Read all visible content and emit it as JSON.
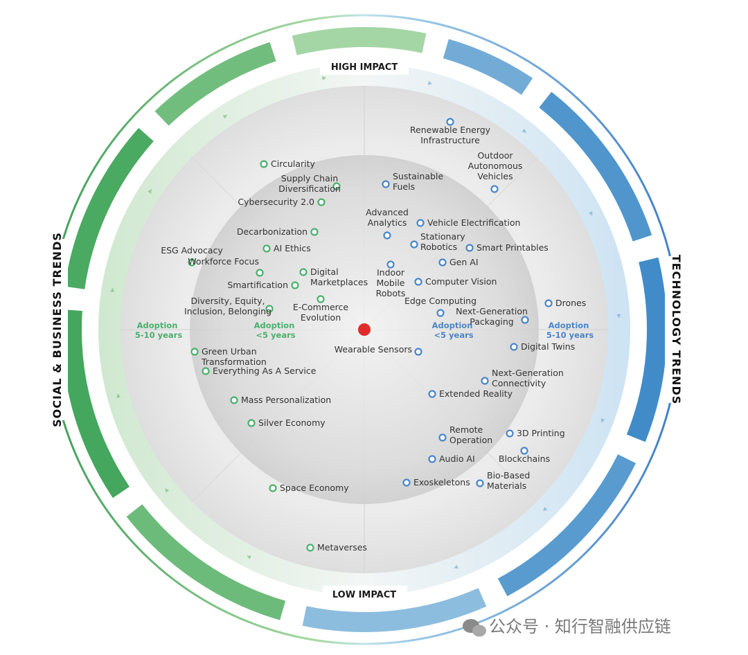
{
  "header": {
    "top": "HIGH IMPACT",
    "bottom": "LOW IMPACT"
  },
  "sides": {
    "left": "SOCIAL & BUSINESS TRENDS",
    "right": "TECHNOLOGY TRENDS"
  },
  "adoption": {
    "left_outer": [
      "Adoption",
      "5-10 years"
    ],
    "left_inner": [
      "Adoption",
      "<5 years"
    ],
    "right_inner": [
      "Adoption",
      "<5 years"
    ],
    "right_outer": [
      "Adoption",
      "5-10 years"
    ]
  },
  "colors": {
    "social": "#4caf6e",
    "tech": "#4a86c8",
    "center": "#e02b2b"
  },
  "social_trends": [
    {
      "label": "Circularity"
    },
    {
      "label": "Supply Chain\nDiversification"
    },
    {
      "label": "Cybersecurity 2.0"
    },
    {
      "label": "Decarbonization"
    },
    {
      "label": "AI Ethics"
    },
    {
      "label": "ESG Advocacy"
    },
    {
      "label": "Workforce Focus"
    },
    {
      "label": "Digital\nMarketplaces"
    },
    {
      "label": "Smartification"
    },
    {
      "label": "Diversity, Equity,\nInclusion, Belonging"
    },
    {
      "label": "E-Commerce\nEvolution"
    },
    {
      "label": "Green Urban\nTransformation"
    },
    {
      "label": "Everything As A Service"
    },
    {
      "label": "Mass Personalization"
    },
    {
      "label": "Silver Economy"
    },
    {
      "label": "Space Economy"
    },
    {
      "label": "Metaverses"
    }
  ],
  "tech_trends": [
    {
      "label": "Renewable Energy\nInfrastructure"
    },
    {
      "label": "Outdoor\nAutonomous\nVehicles"
    },
    {
      "label": "Sustainable\nFuels"
    },
    {
      "label": "Advanced\nAnalytics"
    },
    {
      "label": "Vehicle Electrification"
    },
    {
      "label": "Stationary\nRobotics"
    },
    {
      "label": "Smart Printables"
    },
    {
      "label": "Gen AI"
    },
    {
      "label": "Indoor\nMobile\nRobots"
    },
    {
      "label": "Computer Vision"
    },
    {
      "label": "Edge Computing"
    },
    {
      "label": "Drones"
    },
    {
      "label": "Next-Generation\nPackaging"
    },
    {
      "label": "Digital Twins"
    },
    {
      "label": "Wearable Sensors"
    },
    {
      "label": "Next-Generation\nConnectivity"
    },
    {
      "label": "Extended Reality"
    },
    {
      "label": "Remote\nOperation"
    },
    {
      "label": "3D Printing"
    },
    {
      "label": "Blockchains"
    },
    {
      "label": "Audio AI"
    },
    {
      "label": "Exoskeletons"
    },
    {
      "label": "Bio-Based\nMaterials"
    }
  ],
  "watermark": "公众号 · 知行智融供应链"
}
